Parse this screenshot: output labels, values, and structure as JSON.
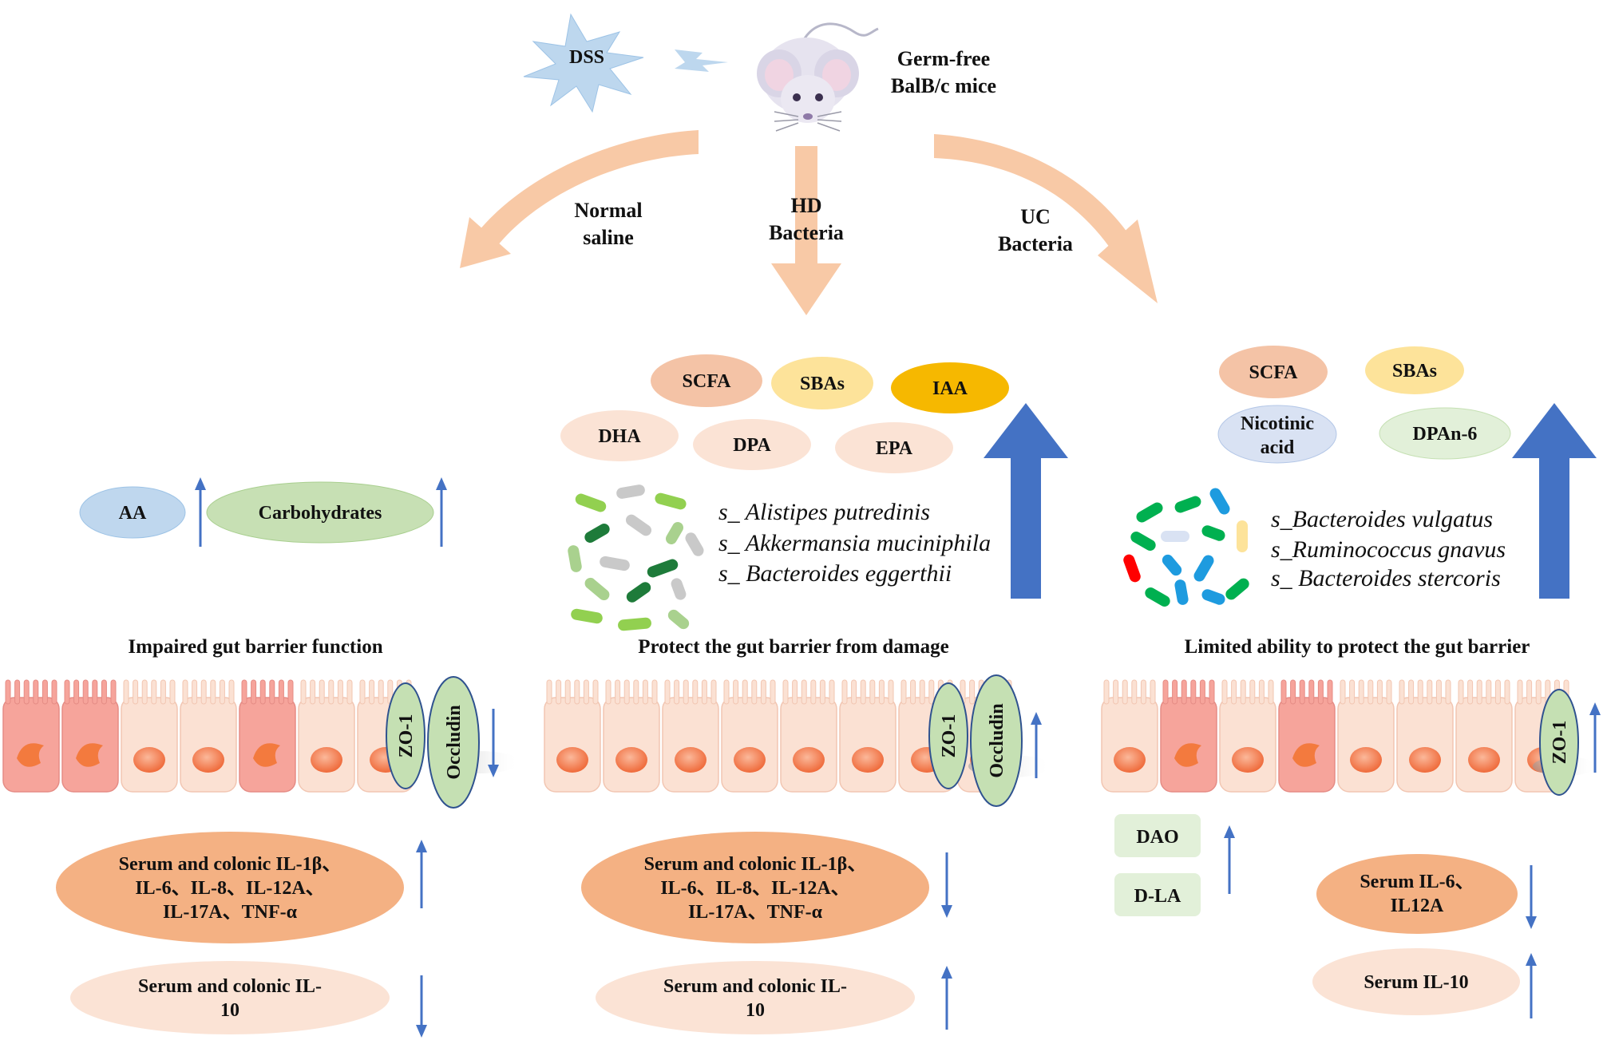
{
  "top": {
    "stressor": "DSS",
    "mice": [
      "Germ-free",
      "BalB/c mice"
    ]
  },
  "branches": {
    "left": [
      "Normal",
      "saline"
    ],
    "center": [
      "HD",
      "Bacteria"
    ],
    "right": [
      "UC",
      "Bacteria"
    ]
  },
  "left_panel": {
    "metabolites": [
      "AA",
      "Carbohydrates"
    ],
    "heading": "Impaired gut barrier function",
    "junctions": [
      "ZO-1",
      "Occludin"
    ],
    "cytokines": [
      "Serum and colonic IL-1β、",
      "IL-6、IL-8、IL-12A、",
      "IL-17A、TNF-α"
    ],
    "il10": [
      "Serum and colonic IL-",
      "10"
    ]
  },
  "center_panel": {
    "metabolites": [
      "SCFA",
      "SBAs",
      "IAA",
      "DHA",
      "DPA",
      "EPA"
    ],
    "bacteria": [
      "s_ Alistipes putredinis",
      "s_ Akkermansia muciniphila",
      "s_ Bacteroides eggerthii"
    ],
    "heading": "Protect the gut barrier from damage",
    "junctions": [
      "ZO-1",
      "Occludin"
    ],
    "cytokines": [
      "Serum and colonic IL-1β、",
      "IL-6、IL-8、IL-12A、",
      "IL-17A、TNF-α"
    ],
    "il10": [
      "Serum and colonic IL-",
      "10"
    ]
  },
  "right_panel": {
    "metabolites": [
      "SCFA",
      "SBAs",
      "Nicotinic",
      "acid",
      "DPAn-6"
    ],
    "bacteria": [
      "s_Bacteroides vulgatus",
      "s_Ruminococcus gnavus",
      "s_ Bacteroides stercoris"
    ],
    "heading": "Limited ability  to protect the gut barrier",
    "junctions": [
      "ZO-1"
    ],
    "markers": [
      "DAO",
      "D-LA"
    ],
    "cytokines": [
      "Serum IL-6、",
      "IL12A"
    ],
    "il10": "Serum IL-10"
  },
  "colors": {
    "arrow_peach": "#f8c9a6",
    "blue_arrow": "#4472c4",
    "cell_light": "#fbe1d3",
    "cell_pink": "#f6a49b",
    "nucleus": "#f37a3e",
    "scfa": "#f4c3a6",
    "sbas": "#fde39a",
    "iaa": "#f6b800",
    "light_peach": "#fbe3d5",
    "aa": "#bfd7ee",
    "carbs": "#c7e0b4",
    "junction": "#c5e0b3",
    "cytokine": "#f4b183",
    "marker_box": "#e2f0d9",
    "nicotinic": "#d9e2f3",
    "dss_star": "#bdd7ee"
  }
}
